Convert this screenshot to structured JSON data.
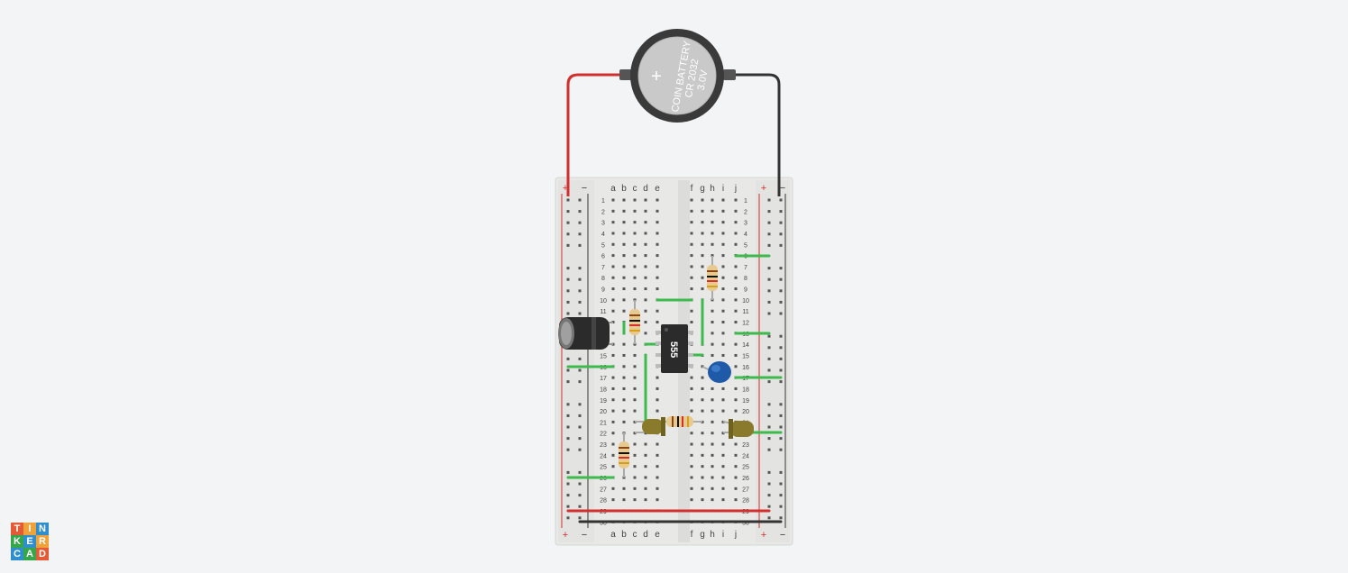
{
  "battery": {
    "line1": "COIN BATTERY",
    "line2": "CR 2032",
    "line3": "3.0V",
    "plus": "+"
  },
  "breadboard": {
    "left_cols": [
      "a",
      "b",
      "c",
      "d",
      "e"
    ],
    "right_cols": [
      "f",
      "g",
      "h",
      "i",
      "j"
    ],
    "rows": [
      "1",
      "2",
      "3",
      "4",
      "5",
      "6",
      "7",
      "8",
      "9",
      "10",
      "11",
      "12",
      "13",
      "14",
      "15",
      "16",
      "17",
      "18",
      "19",
      "20",
      "21",
      "22",
      "23",
      "24",
      "25",
      "26",
      "27",
      "28",
      "29",
      "30"
    ],
    "rail_plus": "+",
    "rail_minus": "−"
  },
  "chip": {
    "label": "555"
  },
  "logo": {
    "letters": [
      "T",
      "I",
      "N",
      "K",
      "E",
      "R",
      "C",
      "A",
      "D"
    ]
  },
  "colors": {
    "background": "#f3f4f6",
    "board": "#e8e8e6",
    "wire_red": "#d32f2f",
    "wire_black": "#333333",
    "jumper_green": "#3cba4c",
    "logo_red": "#e35a35",
    "logo_orange": "#f0a23a",
    "logo_blue": "#2f8fce",
    "logo_green": "#35a64a"
  }
}
